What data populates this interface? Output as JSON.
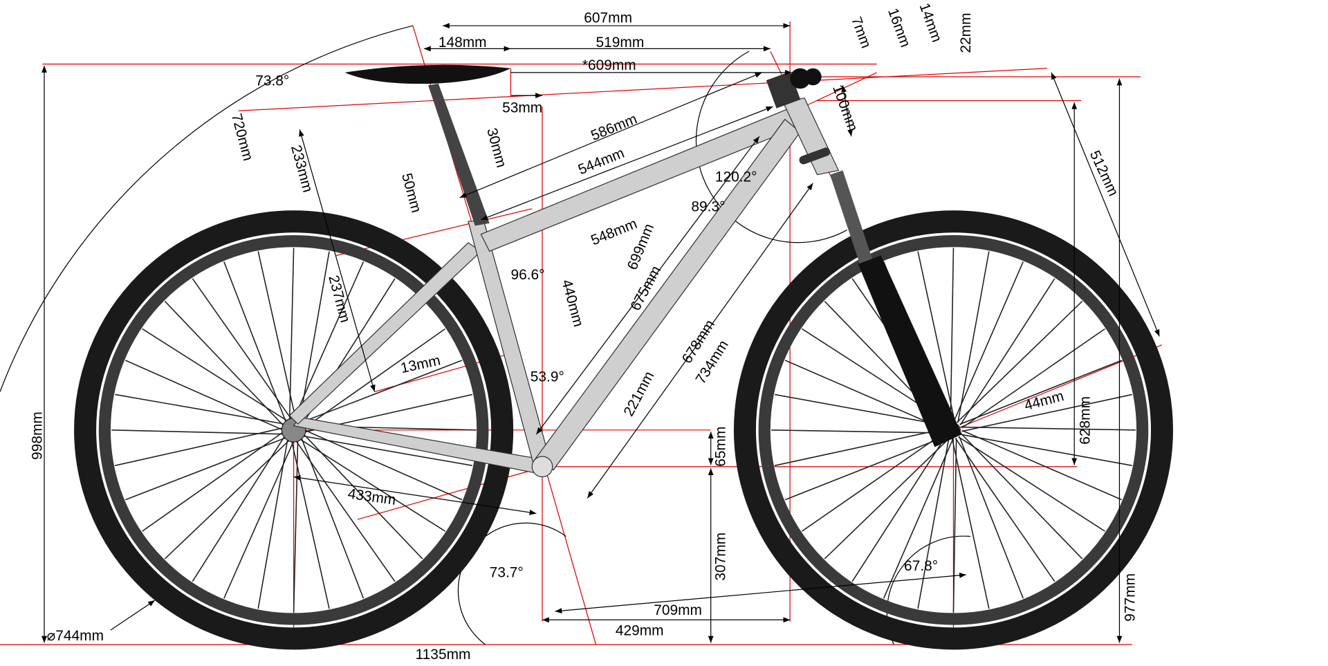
{
  "title": "Bicycle frame geometry drawing",
  "colors": {
    "dimension_line": "#e00000",
    "tire": "#1a1a1a",
    "frame": "#cfcfcf",
    "text": "#000000"
  },
  "labels": {
    "top_tube_effective": "607mm",
    "saddle_setback": "148mm",
    "reach_saddle": "519mm",
    "saddle_to_bar": "*609mm",
    "seat_angle_offset": "53mm",
    "seat_angle": "73.8°",
    "saddle_height": "720mm",
    "seat_tube_ext": "233mm",
    "seatpost_30": "30mm",
    "seatpost_50": "50mm",
    "top_tube": "586mm",
    "top_tube_2": "544mm",
    "top_tube_3": "548mm",
    "head_angle_inner": "120.2°",
    "head_angle_2": "89.3°",
    "seat_top_angle": "96.6°",
    "down_tube": "699mm",
    "down_tube_2": "675mm",
    "seat_tube": "440mm",
    "seatstay": "237mm",
    "seatstay_offset": "13mm",
    "bb_angle": "53.9°",
    "stack": "678mm",
    "stack_2": "734mm",
    "dt_mark": "221mm",
    "stem_7": "7mm",
    "stem_16": "16mm",
    "stem_14": "14mm",
    "stem_22": "22mm",
    "head_tube": "100mm",
    "fork_length": "512mm",
    "fork_offset": "44mm",
    "front_height": "628mm",
    "total_height_front": "977mm",
    "total_height": "998mm",
    "bb_drop": "65mm",
    "bb_height": "307mm",
    "chainstay": "433mm",
    "seat_angle_ground": "73.7°",
    "head_angle_ground": "67.8°",
    "front_center": "709mm",
    "front_center_2": "429mm",
    "wheelbase": "1135mm",
    "wheel_diameter": "⌀744mm"
  }
}
